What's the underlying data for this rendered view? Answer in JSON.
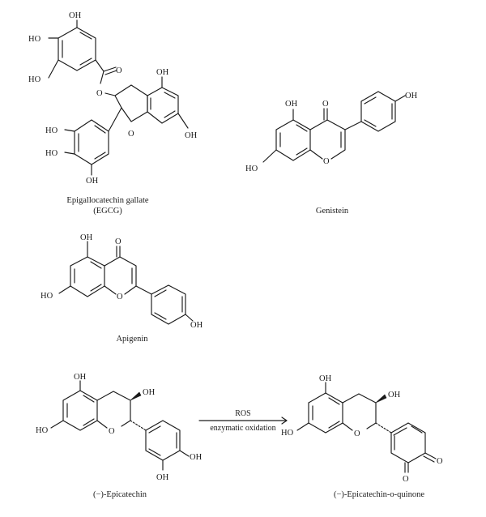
{
  "captions": {
    "egcg_line1": "Epigallocatechin gallate",
    "egcg_line2": "(EGCG)",
    "genistein": "Genistein",
    "apigenin": "Apigenin",
    "epicatechin": "(−)-Epicatechin",
    "quinone": "(−)-Epicatechin-o-quinone"
  },
  "reaction": {
    "above": "ROS",
    "below": "enzymatic oxidation"
  },
  "atoms": {
    "oh": "OH",
    "ho": "HO",
    "o": "O"
  }
}
